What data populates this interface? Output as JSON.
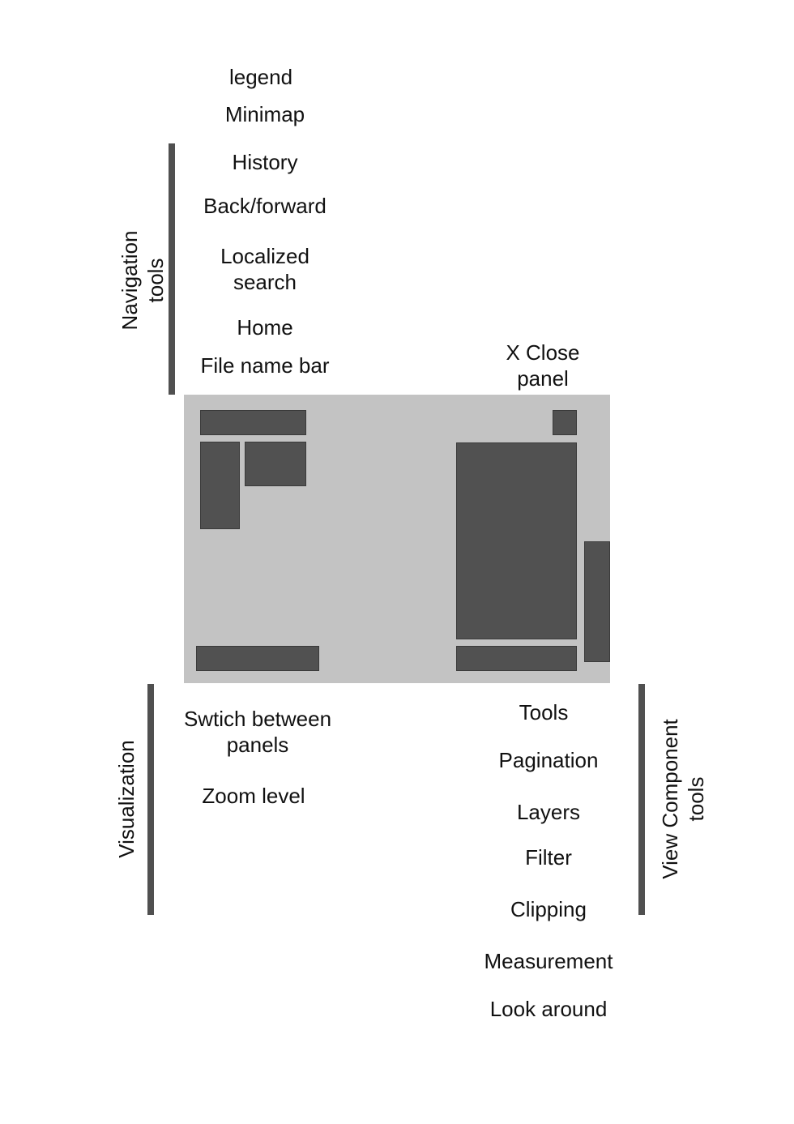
{
  "top_labels": {
    "legend": "legend",
    "minimap": "Minimap"
  },
  "navigation": {
    "group_label": "Navigation\ntools",
    "items": [
      "History",
      "Back/forward",
      "Localized\nsearch",
      "Home",
      "File name bar"
    ]
  },
  "close_panel": "X Close\npanel",
  "visualization": {
    "group_label": "Visualization",
    "items": [
      "Swtich between\npanels",
      "Zoom level"
    ]
  },
  "view_component": {
    "group_label": "View Component\ntools",
    "items": [
      "Tools",
      "Pagination",
      "Layers",
      "Filter",
      "Clipping"
    ]
  },
  "bottom_labels": {
    "measurement": "Measurement",
    "look_around": "Look around"
  },
  "colors": {
    "panel_background": "#c3c3c3",
    "block": "#515151",
    "group_bar": "#505050"
  }
}
